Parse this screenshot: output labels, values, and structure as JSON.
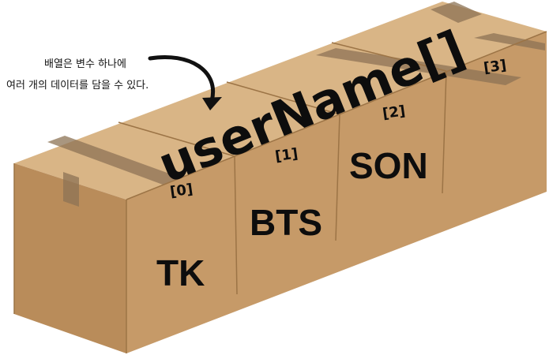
{
  "caption": {
    "line1": "배열은 변수 하나에",
    "line2": "여러 개의 데이터를 담을 수 있다."
  },
  "array_name": "userName[]",
  "slots": [
    {
      "index_label": "[0]",
      "value": "TK"
    },
    {
      "index_label": "[1]",
      "value": "BTS"
    },
    {
      "index_label": "[2]",
      "value": "SON"
    },
    {
      "index_label": "[3]",
      "value": ""
    }
  ],
  "colors": {
    "box_front": "#c69a68",
    "box_top": "#d9b586",
    "box_side": "#b98c5a",
    "tape": "#8d7355",
    "seam": "#9c7446",
    "text": "#0d0d0d"
  }
}
